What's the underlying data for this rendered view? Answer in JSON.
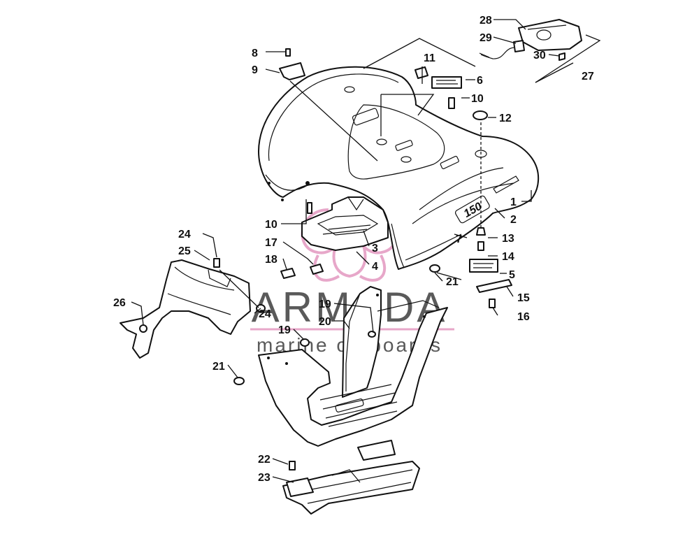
{
  "watermark": {
    "brand": "ARMADA",
    "tagline": "marine outboards",
    "accent_color": "#e7a7c9",
    "text_color": "#5a5a5a"
  },
  "decal_text": "150",
  "callouts": {
    "c1": "1",
    "c2": "2",
    "c3": "3",
    "c4": "4",
    "c5": "5",
    "c6": "6",
    "c7": "7",
    "c8": "8",
    "c9": "9",
    "c10a": "10",
    "c10b": "10",
    "c11": "11",
    "c12": "12",
    "c13": "13",
    "c14": "14",
    "c15": "15",
    "c16": "16",
    "c17": "17",
    "c18": "18",
    "c19a": "19",
    "c19b": "19",
    "c20": "20",
    "c21a": "21",
    "c21b": "21",
    "c22": "22",
    "c23": "23",
    "c24a": "24",
    "c24b": "24",
    "c25": "25",
    "c26": "26",
    "c27": "27",
    "c28": "28",
    "c29": "29",
    "c30": "30"
  }
}
